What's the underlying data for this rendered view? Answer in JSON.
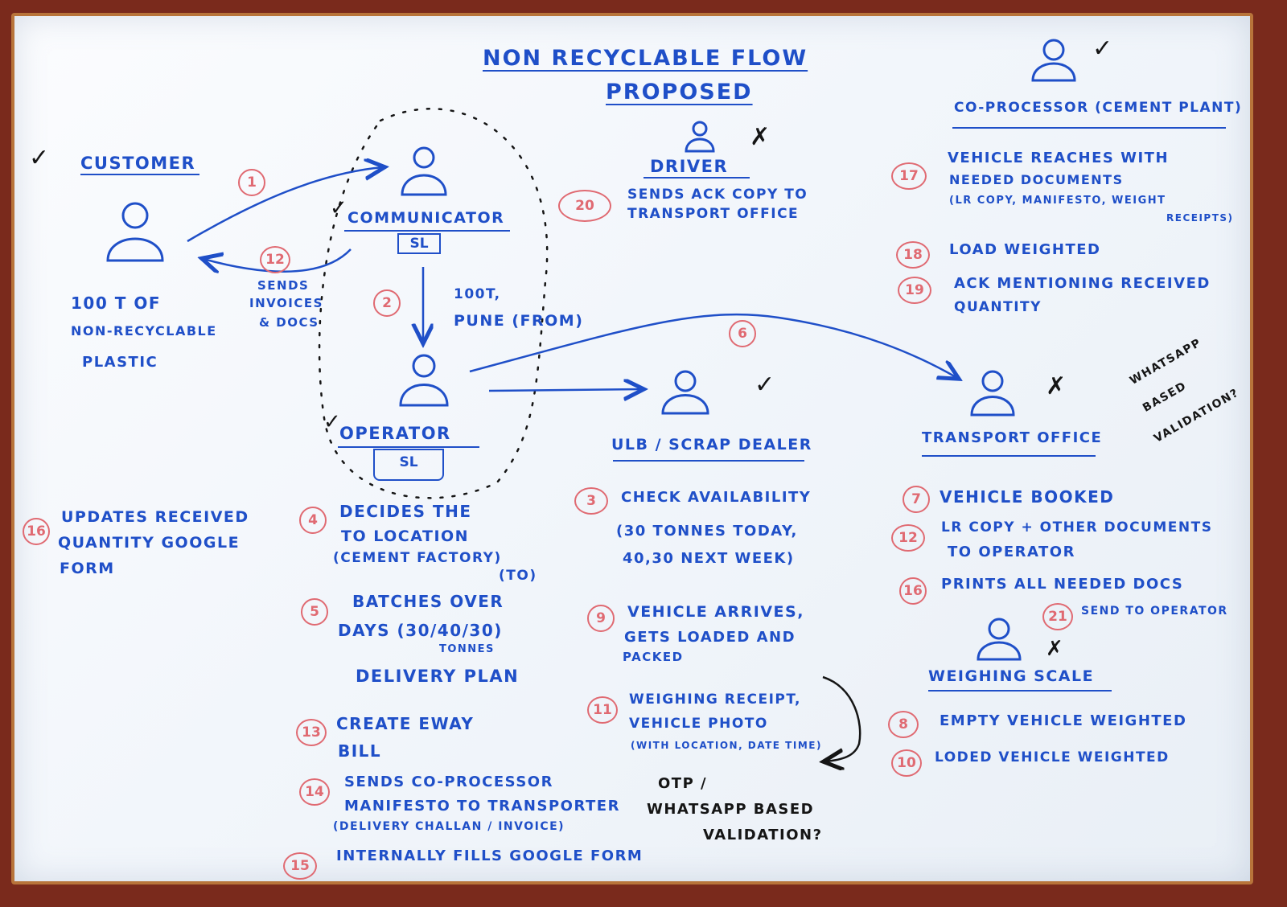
{
  "board": {
    "title_line1": "NON RECYCLABLE FLOW",
    "title_line2": "PROPOSED",
    "check_glyph": "✓",
    "cross_glyph": "✗"
  },
  "actors": {
    "customer": "CUSTOMER",
    "communicator": "COMMUNICATOR",
    "communicator_tag": "SL",
    "operator": "OPERATOR",
    "operator_tag": "SL",
    "driver": "DRIVER",
    "ulb": "ULB / SCRAP DEALER",
    "transport": "TRANSPORT OFFICE",
    "coprocessor": "CO-PROCESSOR (CEMENT PLANT)",
    "weighing": "WEIGHING SCALE"
  },
  "customer_note": [
    "100 T OF",
    "NON-RECYCLABLE",
    "PLASTIC"
  ],
  "arrow_labels": {
    "n1": "1",
    "n12": "12",
    "n2": "2",
    "n6": "6",
    "sends_invoices": [
      "SENDS",
      "INVOICES",
      "& DOCS"
    ],
    "from_note": [
      "100T,",
      "PUNE (FROM)"
    ]
  },
  "steps": {
    "s16a": {
      "num": "16",
      "lines": [
        "UPDATES RECEIVED",
        "QUANTITY GOOGLE",
        "FORM"
      ]
    },
    "s4": {
      "num": "4",
      "lines": [
        "DECIDES THE",
        "TO LOCATION",
        "(CEMENT FACTORY)",
        "(TO)"
      ]
    },
    "s5": {
      "num": "5",
      "lines": [
        "BATCHES OVER",
        "DAYS (30/40/30)",
        "TONNES"
      ]
    },
    "delivery_plan": "DELIVERY PLAN",
    "s13": {
      "num": "13",
      "lines": [
        "CREATE EWAY",
        "BILL"
      ]
    },
    "s14": {
      "num": "14",
      "lines": [
        "SENDS CO-PROCESSOR",
        "MANIFESTO TO TRANSPORTER",
        "(DELIVERY CHALLAN / INVOICE)"
      ]
    },
    "s15": {
      "num": "15",
      "lines": [
        "INTERNALLY FILLS GOOGLE FORM"
      ]
    },
    "s20": {
      "num": "20",
      "lines": [
        "SENDS ACK COPY TO",
        "TRANSPORT OFFICE"
      ]
    },
    "s3": {
      "num": "3",
      "lines": [
        "CHECK AVAILABILITY",
        "(30 TONNES TODAY,",
        "40,30 NEXT WEEK)"
      ]
    },
    "s9": {
      "num": "9",
      "lines": [
        "VEHICLE ARRIVES,",
        "GETS LOADED AND",
        "PACKED"
      ]
    },
    "s11": {
      "num": "11",
      "lines": [
        "WEIGHING RECEIPT,",
        "VEHICLE PHOTO",
        "(WITH LOCATION, DATE TIME)"
      ]
    },
    "otp_note": [
      "OTP /",
      "WHATSAPP BASED",
      "VALIDATION?"
    ],
    "s17": {
      "num": "17",
      "lines": [
        "VEHICLE REACHES WITH",
        "NEEDED DOCUMENTS",
        "(LR COPY, MANIFESTO, WEIGHT",
        "RECEIPTS)"
      ]
    },
    "s18": {
      "num": "18",
      "lines": [
        "LOAD WEIGHTED"
      ]
    },
    "s19": {
      "num": "19",
      "lines": [
        "ACK MENTIONING RECEIVED",
        "QUANTITY"
      ]
    },
    "whatsapp_note": [
      "WHATSAPP",
      "BASED",
      "VALIDATION?"
    ],
    "s7": {
      "num": "7",
      "lines": [
        "VEHICLE BOOKED"
      ]
    },
    "s12": {
      "num": "12",
      "lines": [
        "LR COPY + OTHER DOCUMENTS",
        "TO OPERATOR"
      ]
    },
    "s16b": {
      "num": "16",
      "lines": [
        "PRINTS ALL NEEDED DOCS"
      ]
    },
    "s21": {
      "num": "21",
      "lines": [
        "SEND TO OPERATOR"
      ]
    },
    "s8": {
      "num": "8",
      "lines": [
        "EMPTY VEHICLE WEIGHTED"
      ]
    },
    "s10": {
      "num": "10",
      "lines": [
        "LODED VEHICLE WEIGHTED"
      ]
    }
  },
  "status": {
    "customer": "check",
    "communicator": "check",
    "operator": "check",
    "driver": "cross",
    "ulb": "check",
    "transport": "cross",
    "coprocessor": "check",
    "weighing": "cross"
  },
  "colors": {
    "marker_blue": "#1f4fc8",
    "marker_red": "#e06a72",
    "marker_black": "#151515",
    "frame": "#b8743a"
  },
  "icons": [
    "person-icon",
    "check-mark-icon",
    "cross-mark-icon",
    "arrow-icon"
  ]
}
